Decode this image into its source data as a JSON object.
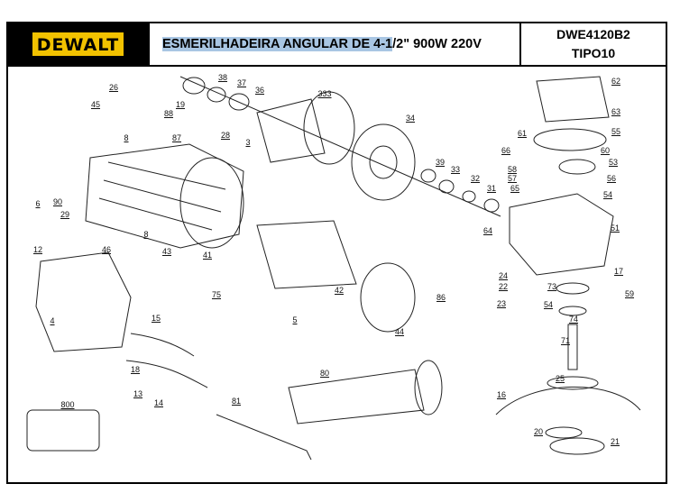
{
  "header": {
    "brand": "DEWALT",
    "title_highlighted": "ESMERILHADEIRA ANGULAR DE 4-1",
    "title_rest": "/2\" 900W 220V",
    "model": "DWE4120B2",
    "type": "TIPO10"
  },
  "parts": [
    "26",
    "45",
    "19",
    "88",
    "87",
    "8",
    "28",
    "38",
    "37",
    "36",
    "333",
    "3",
    "34",
    "39",
    "33",
    "32",
    "31",
    "6",
    "90",
    "29",
    "41",
    "8",
    "46",
    "43",
    "12",
    "75",
    "42",
    "86",
    "4",
    "15",
    "5",
    "44",
    "18",
    "13",
    "14",
    "80",
    "81",
    "800",
    "62",
    "63",
    "61",
    "55",
    "66",
    "60",
    "53",
    "58",
    "57",
    "65",
    "56",
    "54",
    "51",
    "64",
    "17",
    "24",
    "22",
    "73",
    "59",
    "23",
    "54",
    "74",
    "71",
    "25",
    "16",
    "20",
    "21"
  ]
}
